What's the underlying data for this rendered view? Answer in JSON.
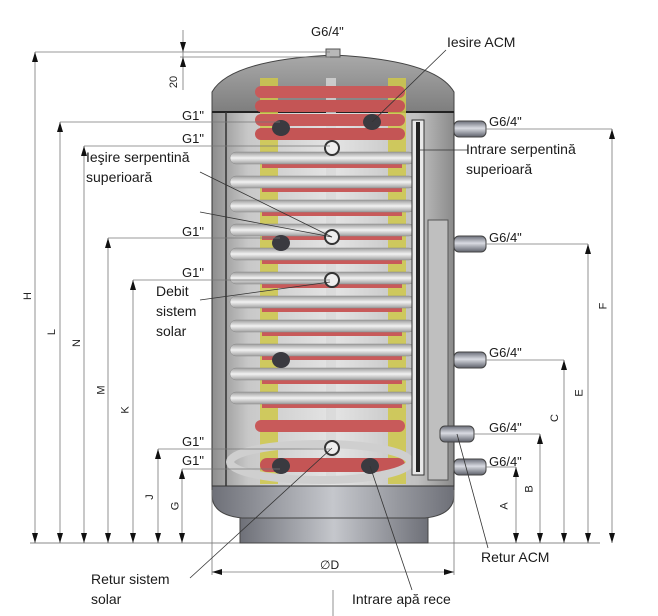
{
  "diagram": {
    "title": "Boiler cu două serpentine – schemă dimensiuni",
    "connections": {
      "top": "G6/4\"",
      "left": [
        "G1\"",
        "G1\"",
        "G1\"",
        "G1\"",
        "G1\"",
        "G1\""
      ],
      "right": [
        "G6/4\"",
        "G6/4\"",
        "G6/4\"",
        "G6/4\"",
        "G6/4\""
      ]
    },
    "callouts": {
      "iesire_acm": "Iesire ACM",
      "intrare_serpentina_sup_1": "Intrare serpentină",
      "intrare_serpentina_sup_2": "superioară",
      "iesire_serpentina_sup_1": "Ieşire serpentină",
      "iesire_serpentina_sup_2": "superioară",
      "debit_1": "Debit",
      "debit_2": "sistem",
      "debit_3": "solar",
      "retur_solar_1": "Retur sistem",
      "retur_solar_2": "solar",
      "intrare_apa_rece": "Intrare apă rece",
      "retur_acm": "Retur ACM"
    },
    "dimensions": {
      "top_gap": "20",
      "left": [
        "H",
        "L",
        "N",
        "M",
        "K",
        "J",
        "G"
      ],
      "right": [
        "A",
        "B",
        "C",
        "E",
        "F"
      ],
      "diameter": "∅D"
    },
    "colors": {
      "tank_shell": "#9a9a9a",
      "coil_red": "#c85a5a",
      "coil_white": "#dcdcdc",
      "support_yellow": "#cfc84a",
      "line": "#555555"
    }
  }
}
